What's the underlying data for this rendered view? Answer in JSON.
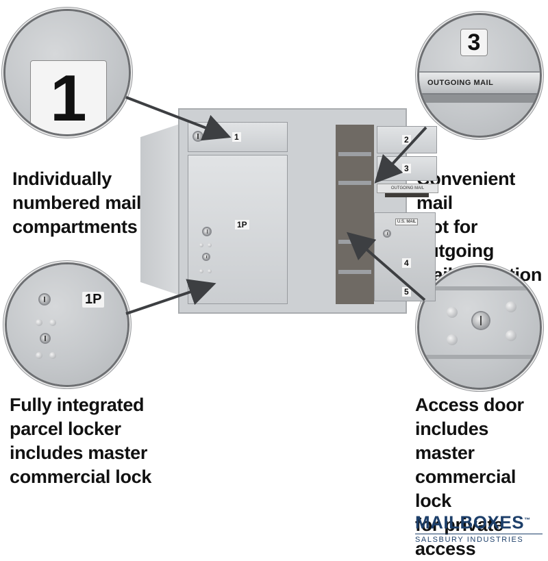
{
  "captions": {
    "numbered": "Individually\nnumbered mail\ncompartments",
    "slot": "Convenient mail\nslot for outgoing\nmail collection",
    "parcel": "Fully integrated\nparcel locker\nincludes master\ncommercial lock",
    "access": "Access door\nincludes master\ncommercial lock\nfor private access"
  },
  "zoom_number": {
    "label": "1"
  },
  "zoom_slot": {
    "number": "3",
    "slot_label": "OUTGOING MAIL"
  },
  "zoom_parcel": {
    "label": "1P"
  },
  "mailbox": {
    "door_labels": [
      "1",
      "2",
      "3",
      "1P",
      "4",
      "5"
    ],
    "outgoing_label": "OUTGOING MAIL",
    "usmail_label": "U.S. MAIL"
  },
  "brand": {
    "name": "MAILBOXES",
    "trademark": "™",
    "subtitle": "SALSBURY INDUSTRIES",
    "color": "#1d3f6a"
  }
}
